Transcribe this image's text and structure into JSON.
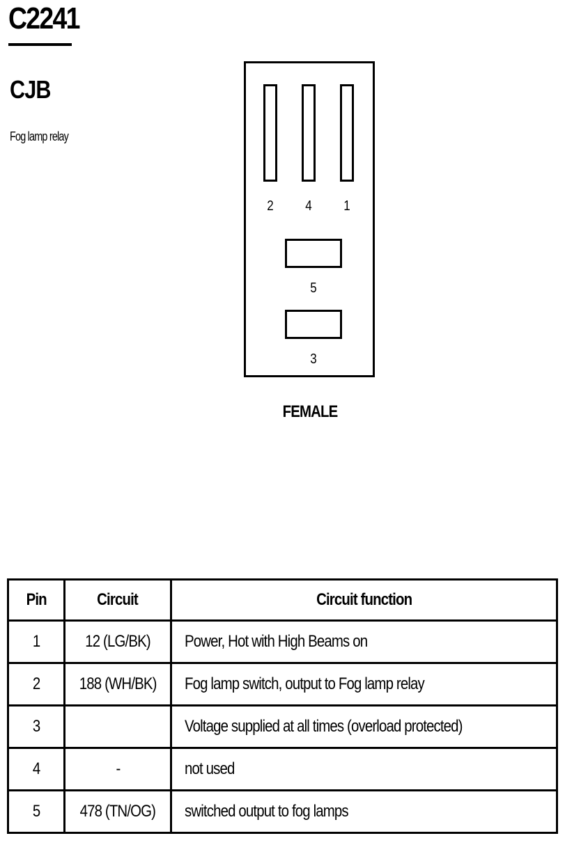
{
  "header": {
    "connector_id": "C2241",
    "location": "CJB",
    "description": "Fog lamp relay"
  },
  "diagram": {
    "gender": "FEMALE",
    "pin_labels": [
      "2",
      "4",
      "1",
      "5",
      "3"
    ]
  },
  "table": {
    "headers": [
      "Pin",
      "Circuit",
      "Circuit function"
    ],
    "rows": [
      {
        "pin": "1",
        "circuit": "12 (LG/BK)",
        "function": "Power, Hot with High Beams on"
      },
      {
        "pin": "2",
        "circuit": "188 (WH/BK)",
        "function": "Fog lamp switch, output to Fog lamp relay"
      },
      {
        "pin": "3",
        "circuit": "",
        "function": "Voltage supplied at all times (overload protected)"
      },
      {
        "pin": "4",
        "circuit": "-",
        "function": "not used"
      },
      {
        "pin": "5",
        "circuit": "478 (TN/OG)",
        "function": "switched output to fog lamps"
      }
    ]
  }
}
